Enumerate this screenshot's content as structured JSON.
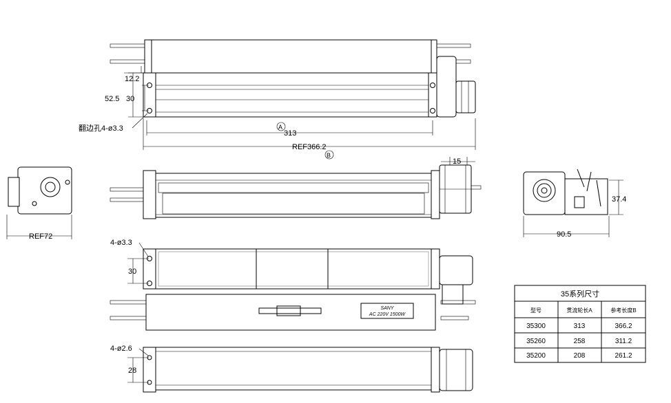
{
  "top_view": {
    "dim_12_2": "12.2",
    "dim_30": "30",
    "dim_52_5": "52.5",
    "hole_note": "翻边孔4-ø3.3",
    "dim_313": "313",
    "marker_a": "A",
    "dim_ref366": "REF366.2",
    "marker_b": "B"
  },
  "middle_view": {
    "dim_15": "15"
  },
  "left_view": {
    "dim_ref72": "REF72"
  },
  "right_view": {
    "dim_37_4": "37.4",
    "dim_90_5": "90.5"
  },
  "bottom_view": {
    "hole_note": "4-ø3.3",
    "dim_30": "30",
    "label_brand": "SANY",
    "label_rating": "AC 220V 1500W"
  },
  "end_view": {
    "hole_note": "4-ø2.6",
    "dim_28": "28"
  },
  "table": {
    "title": "35系列尺寸",
    "headers": [
      "型号",
      "贯流轮长A",
      "参考长度B"
    ],
    "rows": [
      [
        "35300",
        "313",
        "366.2"
      ],
      [
        "35260",
        "258",
        "311.2"
      ],
      [
        "35200",
        "208",
        "261.2"
      ]
    ]
  }
}
